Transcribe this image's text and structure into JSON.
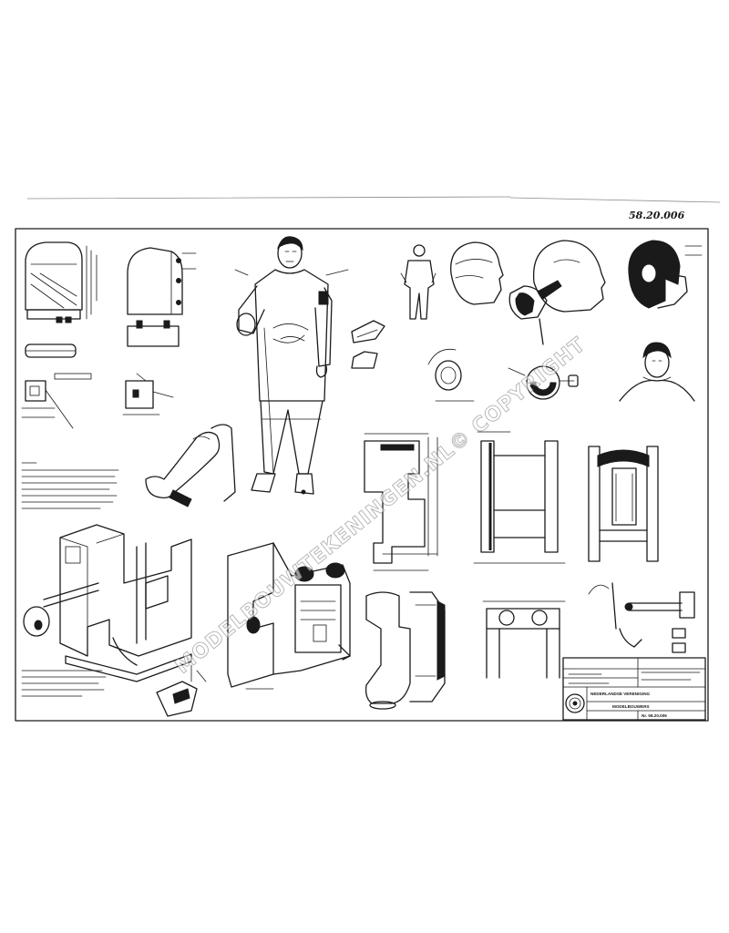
{
  "sheet": {
    "number_handwritten": "58.20.006",
    "watermark": "MODELBOUWTEKENINGEN.NL© COPYRIGHT"
  },
  "title_block": {
    "line1": "NEDERLANDSE VERENIGING",
    "line2": "MODELBOUWERS",
    "drawing_number": "Nr. 58.20.006"
  },
  "icons": {
    "title_block_logo": "circular-emblem-icon"
  },
  "colors": {
    "ink": "#1a1a1a",
    "paper": "#ffffff"
  }
}
